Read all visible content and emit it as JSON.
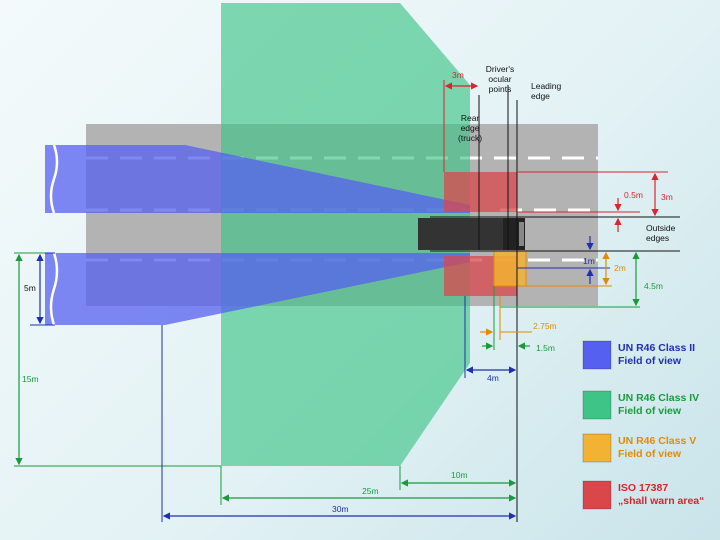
{
  "colors": {
    "class_ii": "#5560f0",
    "class_iv": "#3fc487",
    "class_v": "#f2b233",
    "iso": "#d9474b",
    "road": "#b3b3b3",
    "dim_red": "#d9252b",
    "dim_blue": "#1f2fb0",
    "dim_green": "#1a9a3c",
    "dim_orange": "#e58a00"
  },
  "labels": {
    "drivers_ocular_points": [
      "Driver's",
      "ocular",
      "points"
    ],
    "leading_edge": [
      "Leading",
      "edge"
    ],
    "rear_edge": [
      "Rear",
      "edge",
      "(truck)"
    ],
    "outside_edges": [
      "Outside",
      "edges"
    ]
  },
  "dimensions": {
    "d_3m_top": "3m",
    "d_0_5m": "0.5m",
    "d_3m_right": "3m",
    "d_1m": "1m",
    "d_2m": "2m",
    "d_4_5m": "4.5m",
    "d_5m": "5m",
    "d_15m": "15m",
    "d_2_75m": "2.75m",
    "d_1_5m": "1.5m",
    "d_4m": "4m",
    "d_10m": "10m",
    "d_25m": "25m",
    "d_30m": "30m"
  },
  "legend": [
    {
      "line1": "UN R46 Class II",
      "line2": "Field of view",
      "color_key": "class_ii",
      "text_color": "#1f2fb0"
    },
    {
      "line1": "UN R46 Class IV",
      "line2": "Field of view",
      "color_key": "class_iv",
      "text_color": "#1a9a3c"
    },
    {
      "line1": "UN R46 Class V",
      "line2": "Field of view",
      "color_key": "class_v",
      "text_color": "#e58a00"
    },
    {
      "line1": "ISO 17387",
      "line2": "„shall warn area“",
      "color_key": "iso",
      "text_color": "#d9252b"
    }
  ]
}
